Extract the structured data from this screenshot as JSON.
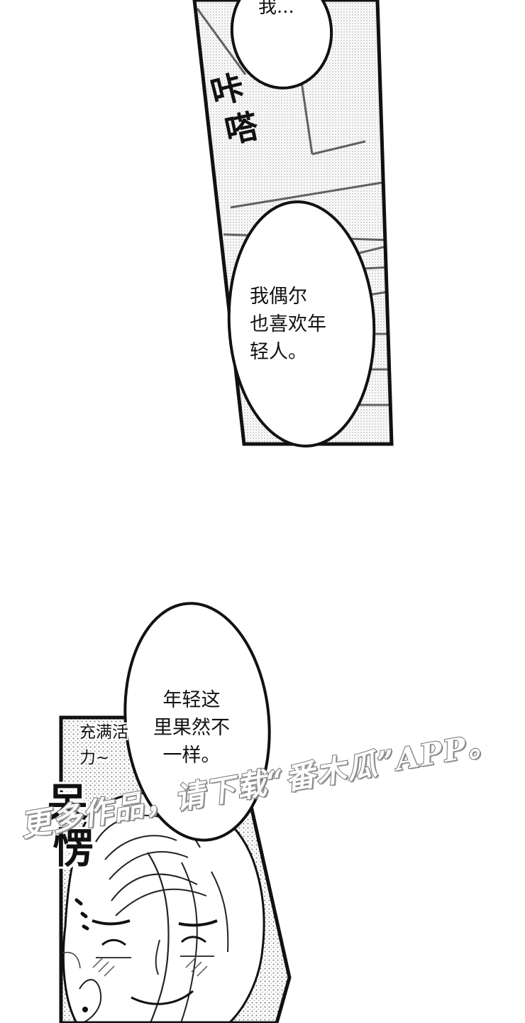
{
  "panel_1": {
    "speech_1": "我...",
    "sfx_click": [
      "咔",
      "嗒"
    ],
    "speech_2": [
      "我偶尔",
      "也喜欢年",
      "轻人。"
    ]
  },
  "panel_2": {
    "speech_3": [
      "年轻这",
      "里果然不",
      "一样。"
    ],
    "aside": [
      "充满活",
      "力~"
    ],
    "sfx_stare": [
      "呆",
      "愣"
    ]
  },
  "watermark": "更多作品，请下载“番木瓜”APP。",
  "colors": {
    "ink": "#111111",
    "screentone": "#8f8f8f",
    "paper": "#ffffff",
    "watermark_outline": "#6f6f6f"
  }
}
